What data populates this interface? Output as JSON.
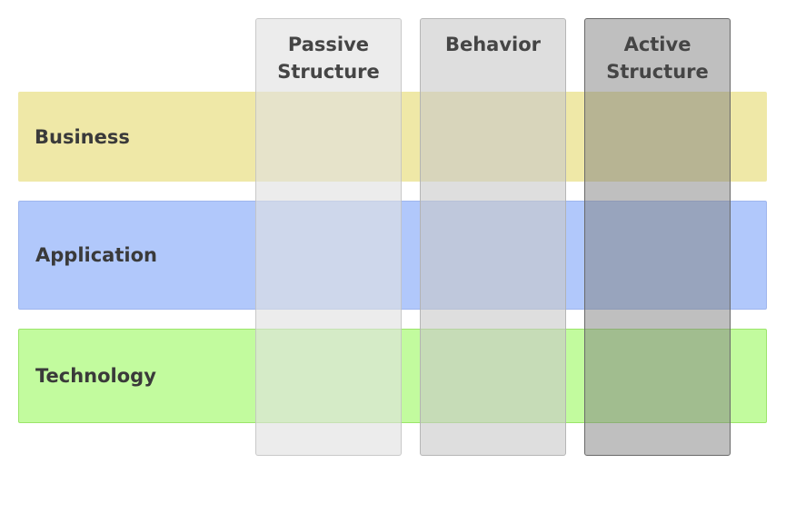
{
  "layers": {
    "business": {
      "label": "Business",
      "color": "#efe8a7"
    },
    "application": {
      "label": "Application",
      "color": "#b1c8fb"
    },
    "technology": {
      "label": "Technology",
      "color": "#c2fb9e"
    }
  },
  "aspects": {
    "passive": {
      "line1": "Passive",
      "line2": "Structure"
    },
    "behavior": {
      "line1": "Behavior"
    },
    "active": {
      "line1": "Active",
      "line2": "Structure"
    }
  }
}
